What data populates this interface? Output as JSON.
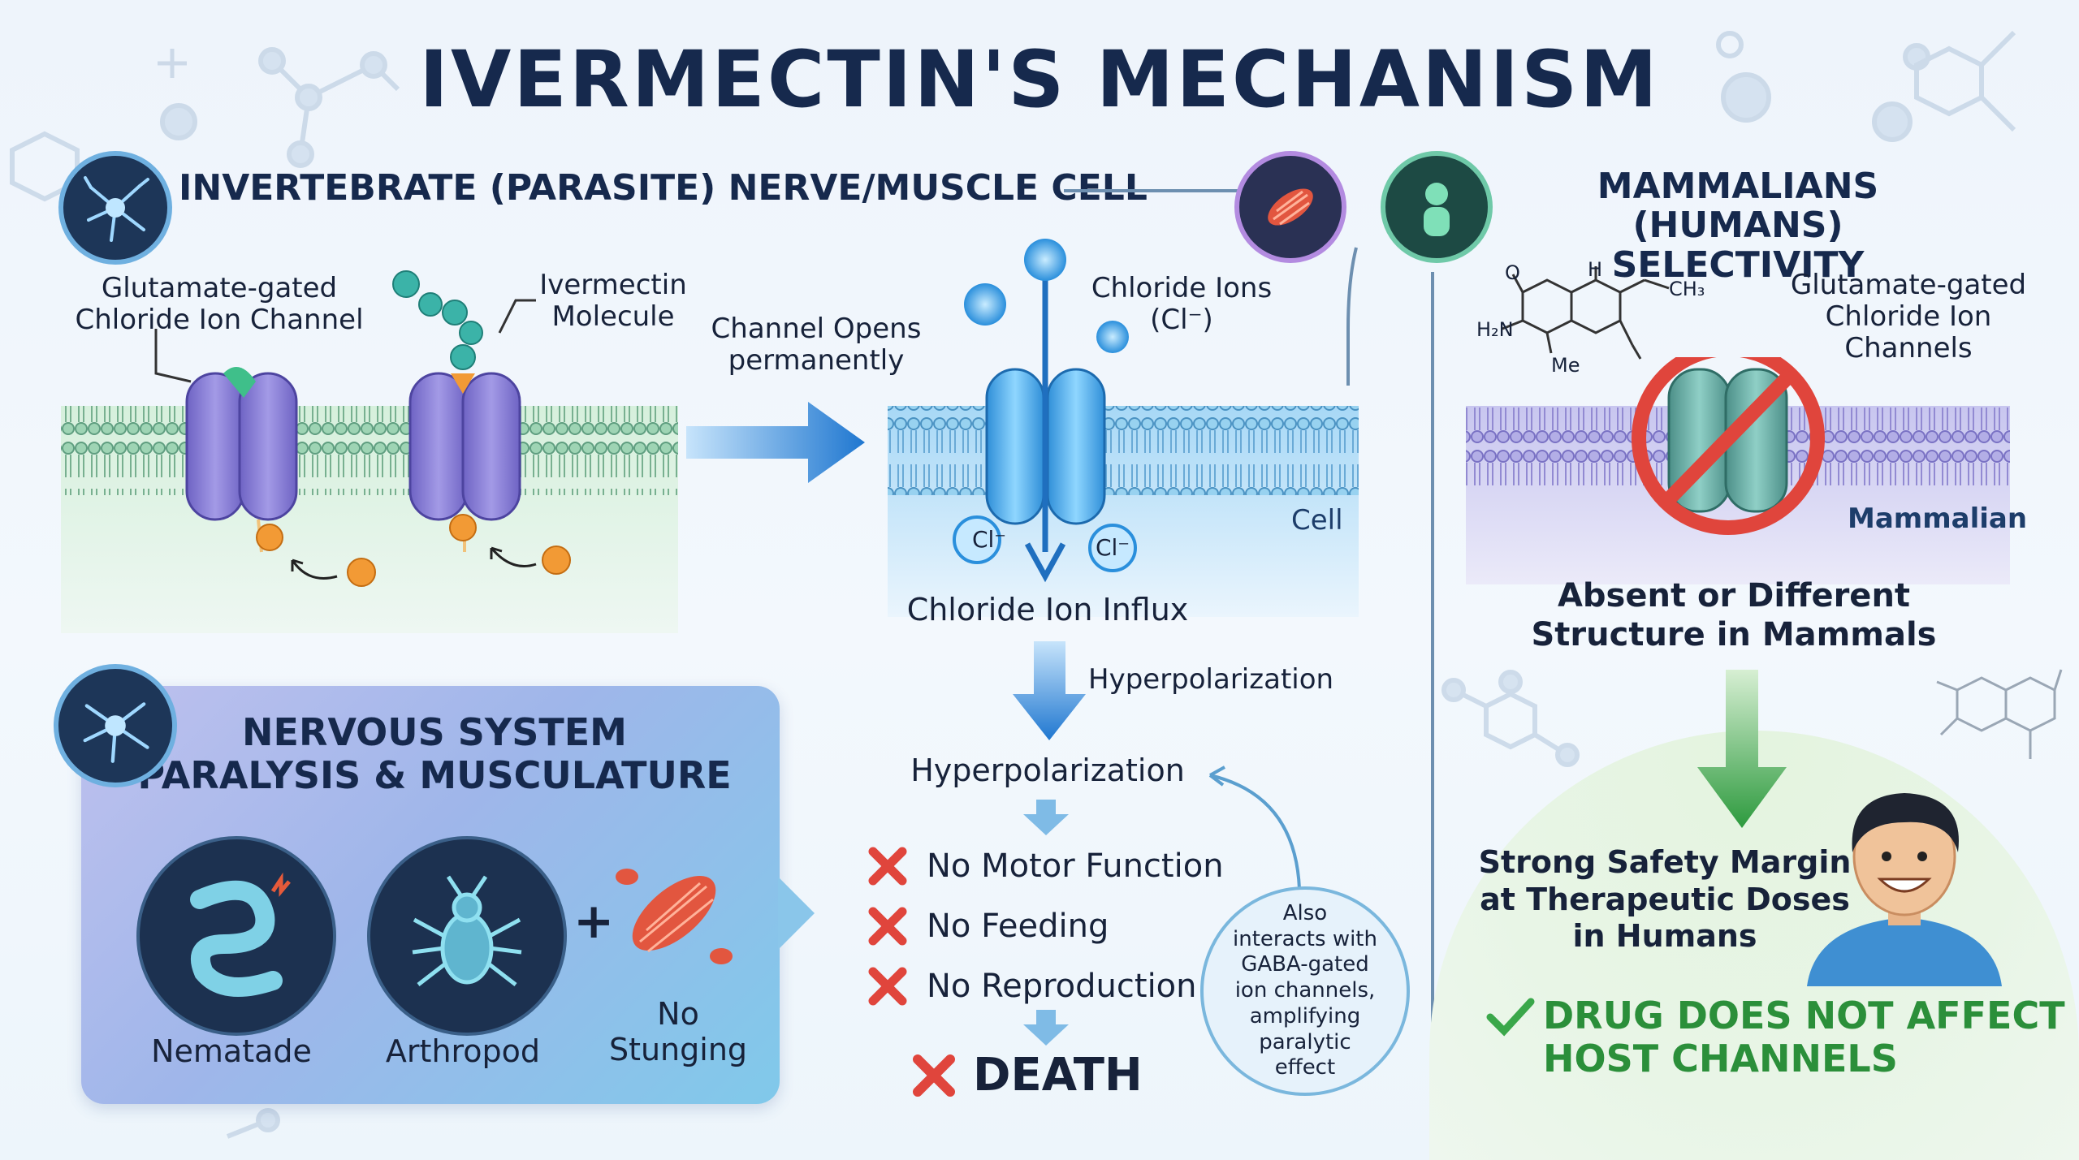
{
  "title": "IVERMECTIN'S MECHANISM",
  "left_section": {
    "heading": "INVERTEBRATE (PARASITE) NERVE/MUSCLE CELL",
    "channel_label": "Glutamate-gated\nChloride Ion Channel",
    "molecule_label": "Ivermectin\nMolecule",
    "arrow_label": "Channel Opens\npermanently",
    "ions_label": "Chloride Ions\n(Cl⁻)",
    "ion_symbol": "Cl⁻",
    "cell_label": "Cell",
    "influx_label": "Chloride Ion Influx",
    "hyper_arrow_label": "Hyperpolarization"
  },
  "panel": {
    "title": "NERVOUS SYSTEM\nPARALYSIS & MUSCULATURE",
    "items": [
      {
        "label": "Nematade",
        "icon": "worm-icon"
      },
      {
        "label": "Arthropod",
        "icon": "arthropod-icon"
      },
      {
        "label": "No\nStunging",
        "icon": "muscle-icon"
      }
    ],
    "plus": "+"
  },
  "effects": {
    "heading": "Hyperpolarization",
    "items": [
      "No Motor Function",
      "No Feeding",
      "No Reproduction"
    ],
    "final": "DEATH",
    "note": "Also\ninteracts with\nGABA-gated\nion channels,\namplifying\nparalytic\neffect"
  },
  "right_section": {
    "heading": "MAMMALIANS (HUMANS)\nSELECTIVITY",
    "channel_label": "Glutamate-gated\nChloride Ion\nChannels",
    "membrane_label": "Mammalian",
    "absent_label": "Absent or Different\nStructure in Mammals",
    "safety_label": "Strong Safety Margin\nat Therapeutic Doses\nin Humans",
    "conclusion": "DRUG DOES NOT AFFECT\nHOST CHANNELS",
    "chem_labels": {
      "amine": "H₂N",
      "h": "H",
      "ch3": "CH₃",
      "ome": "Me",
      "o": "O"
    }
  },
  "colors": {
    "navy": "#16294d",
    "channel_purple": "#8e7ed8",
    "channel_blue": "#58b8ee",
    "channel_teal": "#66ada6",
    "red_x": "#e0453c",
    "green": "#3aa74a",
    "orange_ion": "#f29a35"
  }
}
